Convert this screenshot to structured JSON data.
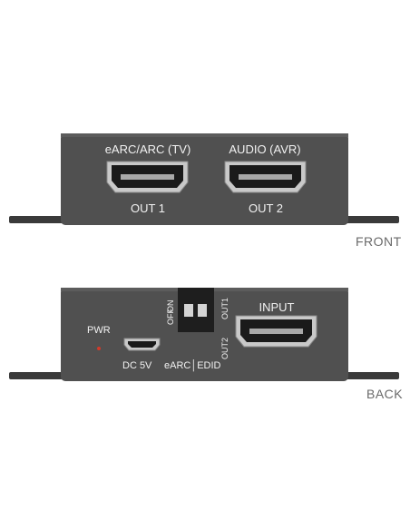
{
  "front": {
    "view_label": "FRONT",
    "port1_top_label": "eARC/ARC (TV)",
    "port1_bottom_label": "OUT 1",
    "port2_top_label": "AUDIO (AVR)",
    "port2_bottom_label": "OUT 2"
  },
  "back": {
    "view_label": "BACK",
    "pwr_label": "PWR",
    "dc_label": "DC 5V",
    "mode_label": "eARC│EDID",
    "switch_off_label": "OFF",
    "switch_on_label": "ON",
    "switch_out2_label": "OUT2",
    "switch_out1_label": "OUT1",
    "input_label": "INPUT"
  },
  "colors": {
    "panel": "#505050",
    "flange": "#3a3a3a",
    "led": "#d23a2a",
    "port_metal": "#c9c9c9"
  },
  "icons": [
    "hdmi-port-icon",
    "micro-usb-port-icon",
    "dip-switch-icon",
    "power-led-icon"
  ]
}
